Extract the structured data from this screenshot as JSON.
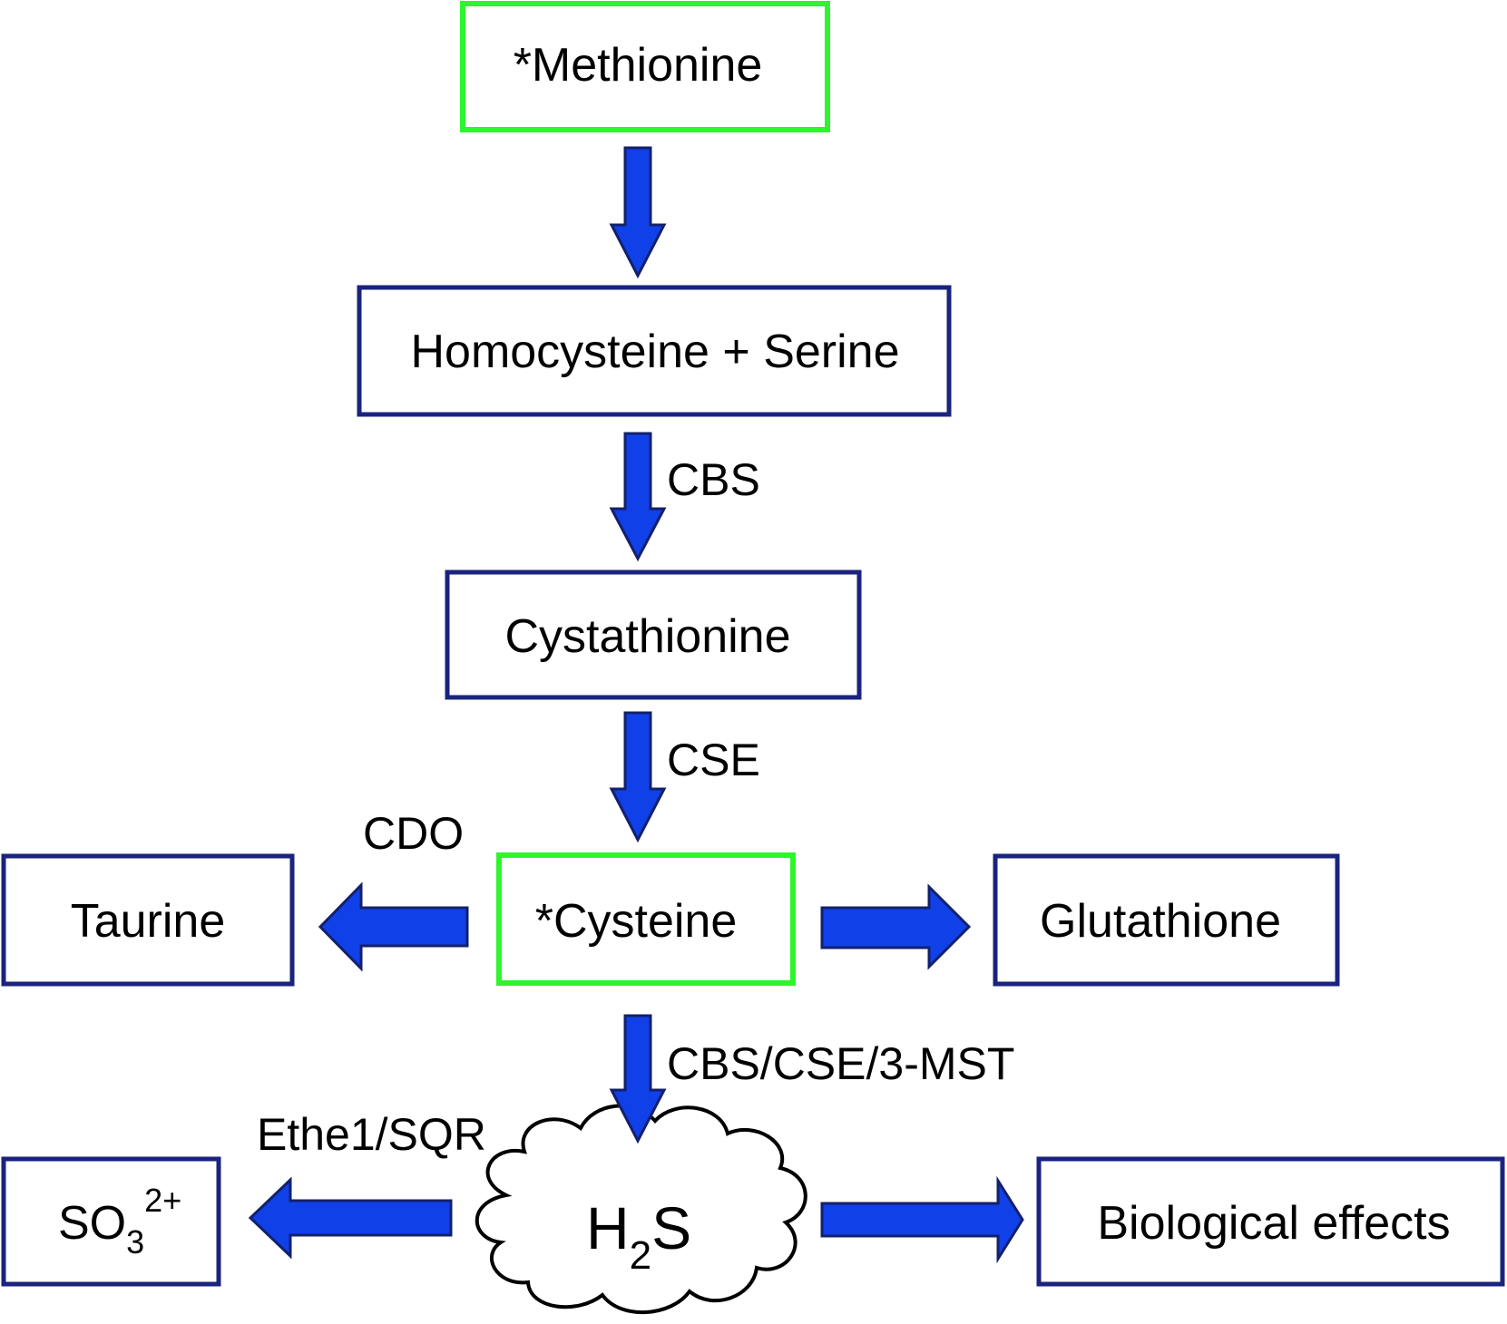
{
  "nodes": {
    "methionine": "*Methionine",
    "homocysteine_serine": "Homocysteine + Serine",
    "cystathionine": "Cystathionine",
    "cysteine": "*Cysteine",
    "taurine": "Taurine",
    "glutathione": "Glutathione",
    "h2s": {
      "main": "H",
      "sub": "2",
      "tail": "S"
    },
    "sulfite": {
      "main": "SO",
      "sub": "3",
      "sup": "2+"
    },
    "biological_effects": "Biological effects"
  },
  "enzymes": {
    "cbs": "CBS",
    "cse": "CSE",
    "cdo": "CDO",
    "h2s_producers": "CBS/CSE/3-MST",
    "ethe1_sqr": "Ethe1/SQR"
  },
  "colors": {
    "arrow_fill": "#1040e8",
    "arrow_outline": "#13206b",
    "box_border": "#1a237e",
    "highlight_border": "#2ef52e"
  }
}
